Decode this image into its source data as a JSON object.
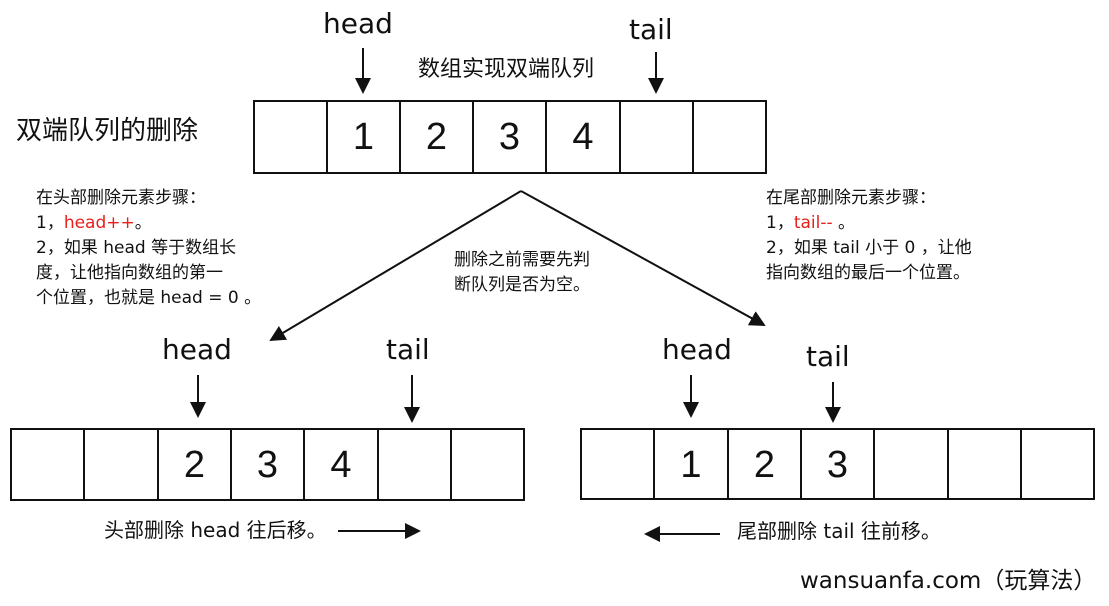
{
  "top": {
    "title": "数组实现双端队列",
    "section_title": "双端队列的删除",
    "head_label": "head",
    "tail_label": "tail",
    "cells": [
      "",
      "1",
      "2",
      "3",
      "4",
      "",
      ""
    ]
  },
  "left_note": {
    "title": "在头部删除元素步骤：",
    "step1_prefix": "1，",
    "step1_code": "head++",
    "step1_suffix": "。",
    "step2_line1": "2，如果 head 等于数组长",
    "step2_line2": "度，让他指向数组的第一",
    "step2_line3": "个位置，也就是 head = 0 。"
  },
  "center_note": {
    "line1": "删除之前需要先判",
    "line2": "断队列是否为空。"
  },
  "right_note": {
    "title": "在尾部删除元素步骤：",
    "step1_prefix": "1，",
    "step1_code": "tail--",
    "step1_suffix": " 。",
    "step2_line1": "2，如果 tail 小于 0 ，让他",
    "step2_line2": "指向数组的最后一个位置。"
  },
  "bottom_left": {
    "head_label": "head",
    "tail_label": "tail",
    "cells": [
      "",
      "",
      "2",
      "3",
      "4",
      "",
      ""
    ],
    "caption": "头部删除 head 往后移。"
  },
  "bottom_right": {
    "head_label": "head",
    "tail_label": "tail",
    "cells": [
      "",
      "1",
      "2",
      "3",
      "",
      "",
      ""
    ],
    "caption": "尾部删除 tail 往前移。"
  },
  "credit": "wansuanfa.com（玩算法）",
  "colors": {
    "ink": "#111111",
    "highlight": "#e8201c"
  }
}
